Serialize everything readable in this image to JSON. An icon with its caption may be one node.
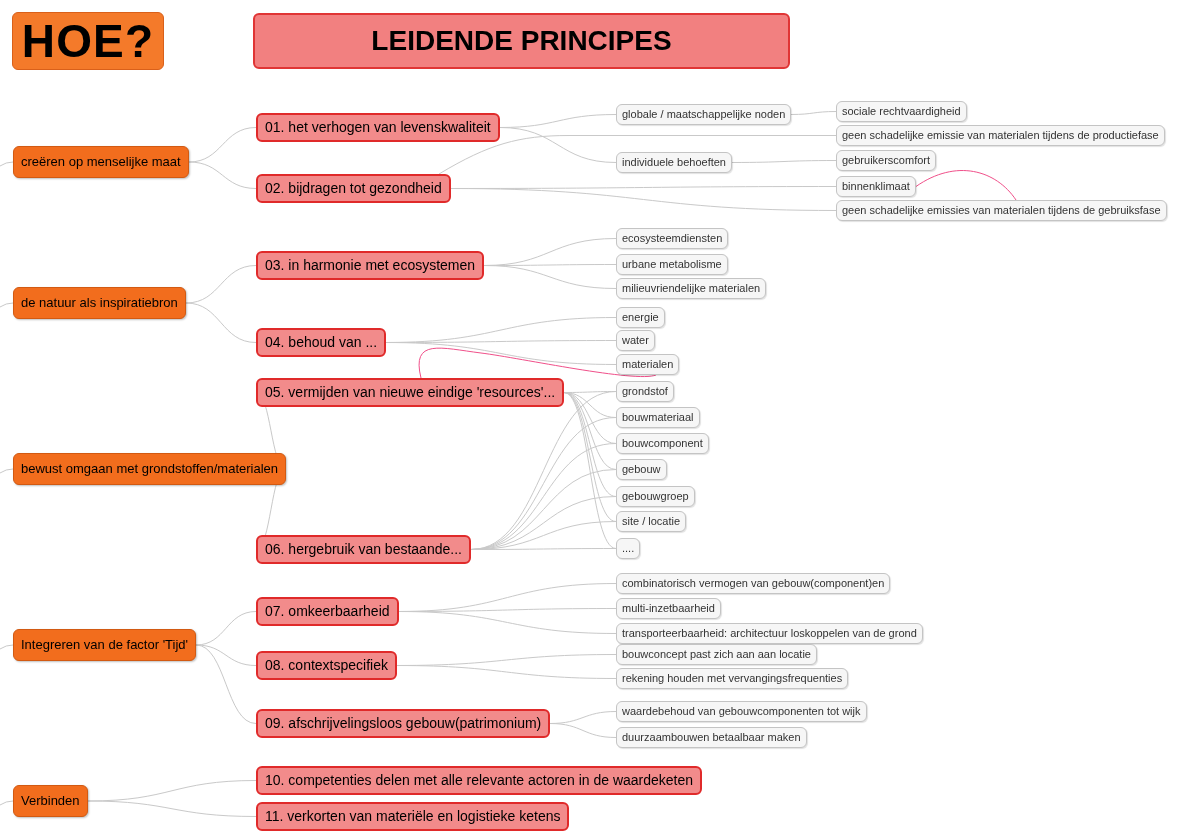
{
  "diagram": {
    "nodes": [
      {
        "text": [
          "HOE?"
        ]
      },
      {
        "text": [
          "LEIDENDE PRINCIPES"
        ]
      },
      {
        "text": [
          "creëren op menselijke maat"
        ]
      },
      {
        "text": [
          "de natuur als inspiratiebron"
        ]
      },
      {
        "text": [
          "bewust omgaan met grondstoffen/materialen"
        ]
      },
      {
        "text": [
          "Integreren van de factor 'Tijd'"
        ]
      },
      {
        "text": [
          "Verbinden"
        ]
      },
      {
        "text": [
          "01. het verhogen van levenskwaliteit"
        ]
      },
      {
        "text": [
          "02. bijdragen tot gezondheid"
        ]
      },
      {
        "text": [
          "03. in harmonie met ecosystemen"
        ]
      },
      {
        "text": [
          "04. behoud van ..."
        ]
      },
      {
        "text": [
          "05. vermijden van nieuwe eindige 'resources'..."
        ]
      },
      {
        "text": [
          "06. hergebruik van bestaande..."
        ]
      },
      {
        "text": [
          "07. omkeerbaarheid"
        ]
      },
      {
        "text": [
          "08. contextspecifiek"
        ]
      },
      {
        "text": [
          "09. afschrijvelingsloos gebouw(patrimonium)"
        ]
      },
      {
        "text": [
          "10. competenties delen met  alle relevante actoren in de waardeketen"
        ]
      },
      {
        "text": [
          "11. verkorten van materiële en logistieke ketens"
        ]
      },
      {
        "text": [
          "globale / maatschappelijke noden"
        ]
      },
      {
        "text": [
          "individuele behoeften"
        ]
      },
      {
        "text": [
          "sociale rechtvaardigheid"
        ]
      },
      {
        "text": [
          "geen schadelijke emissie van materialen tijdens de productiefase"
        ]
      },
      {
        "text": [
          "gebruikerscomfort"
        ]
      },
      {
        "text": [
          "binnenklimaat"
        ]
      },
      {
        "text": [
          "geen schadelijke emissies van materialen tijdens de gebruiksfase"
        ]
      },
      {
        "text": [
          "ecosysteemdiensten"
        ]
      },
      {
        "text": [
          "urbane metabolisme"
        ]
      },
      {
        "text": [
          "milieuvriendelijke materialen"
        ]
      },
      {
        "text": [
          "energie"
        ]
      },
      {
        "text": [
          "water"
        ]
      },
      {
        "text": [
          "materialen"
        ]
      },
      {
        "text": [
          "grondstof"
        ]
      },
      {
        "text": [
          "bouwmateriaal"
        ]
      },
      {
        "text": [
          "bouwcomponent"
        ]
      },
      {
        "text": [
          "gebouw"
        ]
      },
      {
        "text": [
          "gebouwgroep"
        ]
      },
      {
        "text": [
          "site / locatie"
        ]
      },
      {
        "text": [
          "...."
        ]
      },
      {
        "text": [
          "combinatorisch vermogen van gebouw(component)en"
        ]
      },
      {
        "text": [
          "multi-inzetbaarheid"
        ]
      },
      {
        "text": [
          "transporteerbaarheid: architectuur loskoppelen van de grond"
        ]
      },
      {
        "text": [
          "bouwconcept past zich aan aan locatie"
        ]
      },
      {
        "text": [
          "rekening houden met vervangingsfrequenties"
        ]
      },
      {
        "text": [
          "waardebehoud van gebouwcomponenten tot wijk"
        ]
      },
      {
        "text": [
          "duurzaambouwen betaalbaar maken"
        ]
      }
    ],
    "edges": [
      {
        "from": null,
        "to": 2,
        "arrow": "none"
      },
      {
        "from": null,
        "to": 3,
        "arrow": "none"
      },
      {
        "from": null,
        "to": 4,
        "arrow": "none"
      },
      {
        "from": null,
        "to": 5,
        "arrow": "none"
      },
      {
        "from": null,
        "to": 6,
        "arrow": "none"
      },
      {
        "from": 2,
        "to": 7,
        "arrow": "none"
      },
      {
        "from": 2,
        "to": 8,
        "arrow": "none"
      },
      {
        "from": 3,
        "to": 9,
        "arrow": "none"
      },
      {
        "from": 3,
        "to": 10,
        "arrow": "none"
      },
      {
        "from": 4,
        "to": 11,
        "arrow": "none"
      },
      {
        "from": 4,
        "to": 12,
        "arrow": "none"
      },
      {
        "from": 5,
        "to": 13,
        "arrow": "none"
      },
      {
        "from": 5,
        "to": 14,
        "arrow": "none"
      },
      {
        "from": 5,
        "to": 15,
        "arrow": "none"
      },
      {
        "from": 6,
        "to": 16,
        "arrow": "none"
      },
      {
        "from": 6,
        "to": 17,
        "arrow": "none"
      },
      {
        "from": 7,
        "to": 18,
        "arrow": "none"
      },
      {
        "from": 7,
        "to": 19,
        "arrow": "none"
      },
      {
        "from": 8,
        "to": 21,
        "arrow": "none"
      },
      {
        "from": 8,
        "to": 23,
        "arrow": "none"
      },
      {
        "from": 8,
        "to": 24,
        "arrow": "none"
      },
      {
        "from": 18,
        "to": 20,
        "arrow": "none"
      },
      {
        "from": 19,
        "to": 22,
        "arrow": "none"
      },
      {
        "from": 23,
        "to": 24,
        "arrow": "none",
        "color": "#f0508a"
      },
      {
        "from": 9,
        "to": 25,
        "arrow": "none"
      },
      {
        "from": 9,
        "to": 26,
        "arrow": "none"
      },
      {
        "from": 9,
        "to": 27,
        "arrow": "none"
      },
      {
        "from": 10,
        "to": 28,
        "arrow": "none"
      },
      {
        "from": 10,
        "to": 29,
        "arrow": "none"
      },
      {
        "from": 10,
        "to": 30,
        "arrow": "none"
      },
      {
        "from": 11,
        "to": 30,
        "arrow": "none",
        "color": "#f0508a"
      },
      {
        "from": 11,
        "to": 31,
        "arrow": "none"
      },
      {
        "from": 11,
        "to": 32,
        "arrow": "none"
      },
      {
        "from": 11,
        "to": 33,
        "arrow": "none"
      },
      {
        "from": 11,
        "to": 34,
        "arrow": "none"
      },
      {
        "from": 11,
        "to": 35,
        "arrow": "none"
      },
      {
        "from": 11,
        "to": 36,
        "arrow": "none"
      },
      {
        "from": 11,
        "to": 37,
        "arrow": "none"
      },
      {
        "from": 12,
        "to": 31,
        "arrow": "none"
      },
      {
        "from": 12,
        "to": 32,
        "arrow": "none"
      },
      {
        "from": 12,
        "to": 33,
        "arrow": "none"
      },
      {
        "from": 12,
        "to": 34,
        "arrow": "none"
      },
      {
        "from": 12,
        "to": 35,
        "arrow": "none"
      },
      {
        "from": 12,
        "to": 36,
        "arrow": "none"
      },
      {
        "from": 12,
        "to": 37,
        "arrow": "none"
      },
      {
        "from": 13,
        "to": 38,
        "arrow": "none"
      },
      {
        "from": 13,
        "to": 39,
        "arrow": "none"
      },
      {
        "from": 13,
        "to": 40,
        "arrow": "none"
      },
      {
        "from": 14,
        "to": 41,
        "arrow": "none"
      },
      {
        "from": 14,
        "to": 42,
        "arrow": "none"
      },
      {
        "from": 15,
        "to": 43,
        "arrow": "none"
      },
      {
        "from": 15,
        "to": 44,
        "arrow": "none"
      }
    ]
  }
}
